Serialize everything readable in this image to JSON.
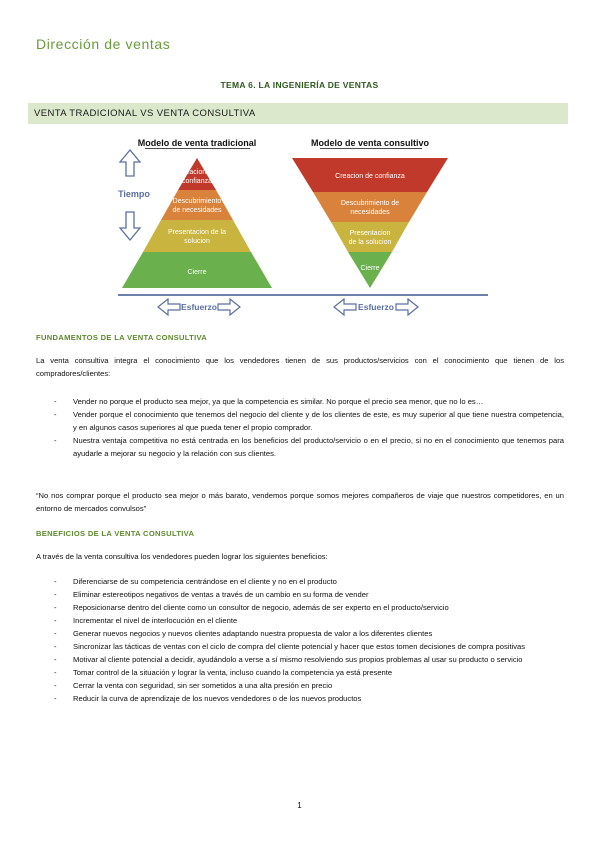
{
  "header": {
    "title": "Dirección de ventas",
    "tema": "TEMA 6. LA INGENIERÍA DE VENTAS"
  },
  "band": {
    "label": "VENTA TRADICIONAL VS VENTA CONSULTIVA"
  },
  "figure": {
    "traditional_title": "Modelo de venta tradicional",
    "consultive_title": "Modelo de venta consultivo",
    "time_label": "Tiempo",
    "effort_label": "Esfuerzo",
    "layers_traditional": [
      {
        "line1": "Creacion de",
        "line2": "confianza"
      },
      {
        "line1": "Descubrimiento",
        "line2": "de necesidades"
      },
      {
        "line1": "Presentacion de la",
        "line2": "solucion"
      },
      {
        "line1": "Cierre",
        "line2": ""
      }
    ],
    "layers_consultive": [
      {
        "line1": "Creacion de confianza",
        "line2": ""
      },
      {
        "line1": "Descubrimiento de",
        "line2": "necesidades"
      },
      {
        "line1": "Presentacion",
        "line2": "de la solucion"
      },
      {
        "line1": "Cierre",
        "line2": ""
      }
    ],
    "colors": {
      "red": "#c0392b",
      "orange": "#d9823b",
      "yellow": "#c8b43e",
      "green": "#6ab04c",
      "arrow": "#5a6fa0"
    }
  },
  "fundamentos": {
    "heading": "FUNDAMENTOS DE LA VENTA CONSULTIVA",
    "intro": "La venta consultiva integra el conocimiento que los vendedores tienen de sus productos/servicios con el conocimiento que tienen de los compradores/clientes:",
    "items": [
      "Vender no porque el producto sea mejor, ya que la competencia es similar. No porque el precio sea menor, que no lo es…",
      "Vender porque el conocimiento que tenemos del negocio del cliente y de los clientes de este, es muy superior al que tiene nuestra competencia, y en algunos casos superiores al que pueda tener el propio comprador.",
      "Nuestra ventaja competitiva no está centrada en los beneficios del producto/servicio o en el precio, si no en el conocimiento que tenemos para ayudarle a mejorar su negocio y la relación con sus clientes."
    ],
    "quote": "“No nos comprar porque el producto sea mejor o más barato, vendemos porque somos mejores compañeros de viaje que nuestros competidores, en un entorno de mercados convulsos”"
  },
  "beneficios": {
    "heading": "BENEFICIOS DE LA VENTA CONSULTIVA",
    "intro": "A través de la venta consultiva los vendedores pueden lograr los siguientes beneficios:",
    "items": [
      "Diferenciarse de su competencia centrándose en el cliente y no en el producto",
      "Eliminar estereotipos negativos de ventas a través de un cambio en su forma de vender",
      "Reposicionarse dentro del cliente como un consultor de negocio, además de ser experto en el producto/servicio",
      "Incrementar el nivel de interlocución en el cliente",
      "Generar nuevos negocios y nuevos clientes adaptando nuestra propuesta de valor a los diferentes clientes",
      "Sincronizar las tácticas de ventas con el ciclo de compra del cliente potencial y hacer que estos tomen decisiones de compra positivas",
      "Motivar al cliente potencial a decidir, ayudándolo a verse a sí mismo resolviendo sus propios problemas al usar su producto o servicio",
      "Tomar control de la situación y lograr la venta, incluso cuando la competencia ya está presente",
      "Cerrar la venta con seguridad, sin ser sometidos a una alta presión en precio",
      "Reducir la curva de aprendizaje de los nuevos vendedores o de los nuevos productos"
    ]
  },
  "footer": {
    "page": "1"
  }
}
